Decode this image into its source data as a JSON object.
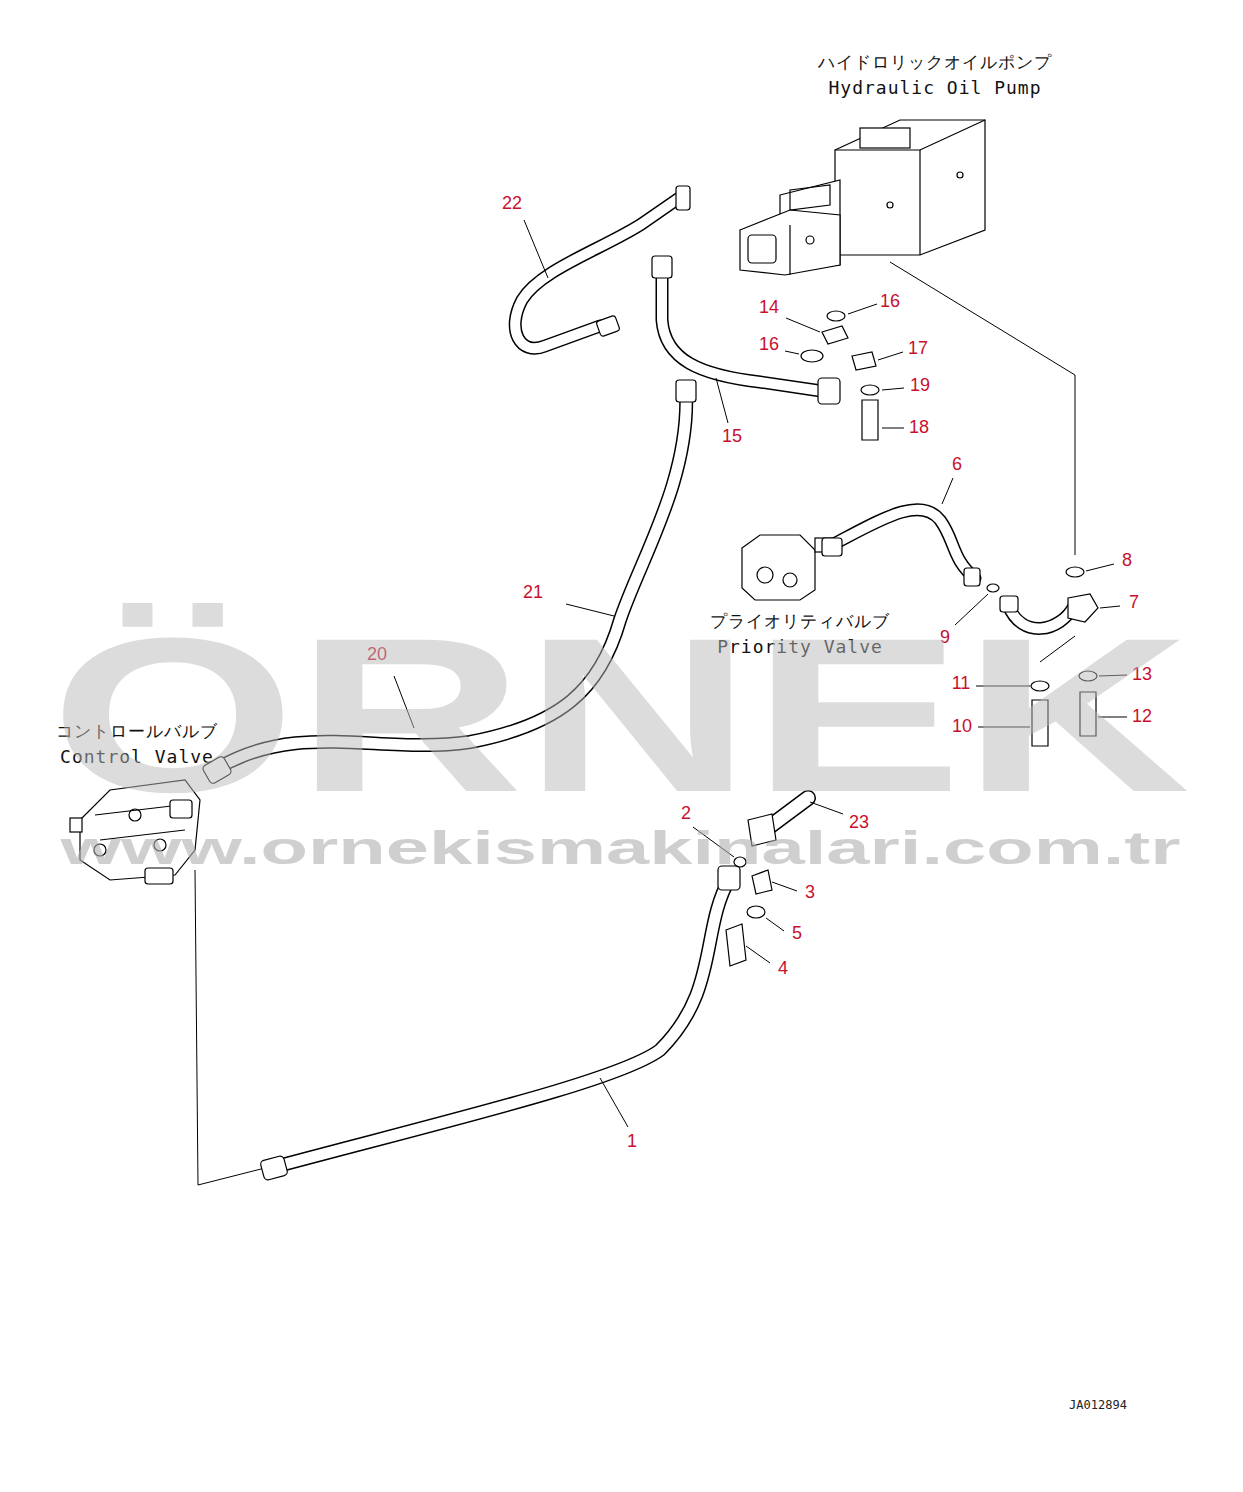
{
  "diagram": {
    "labels": [
      "ハイドロリックオイルポンプ",
      "Hydraulic Oil Pump",
      "22",
      "14",
      "16",
      "16",
      "17",
      "19",
      "18",
      "15",
      "6",
      "8",
      "7",
      "9",
      "21",
      "プライオリティバルブ",
      "Priority Valve",
      "11",
      "13",
      "20",
      "10",
      "12",
      "コントロールバルブ",
      "Control Valve",
      "ÖRNEK",
      "www.ornekismakinalari.com.tr",
      "2",
      "23",
      "3",
      "5",
      "4",
      "1",
      "JA012894"
    ]
  }
}
